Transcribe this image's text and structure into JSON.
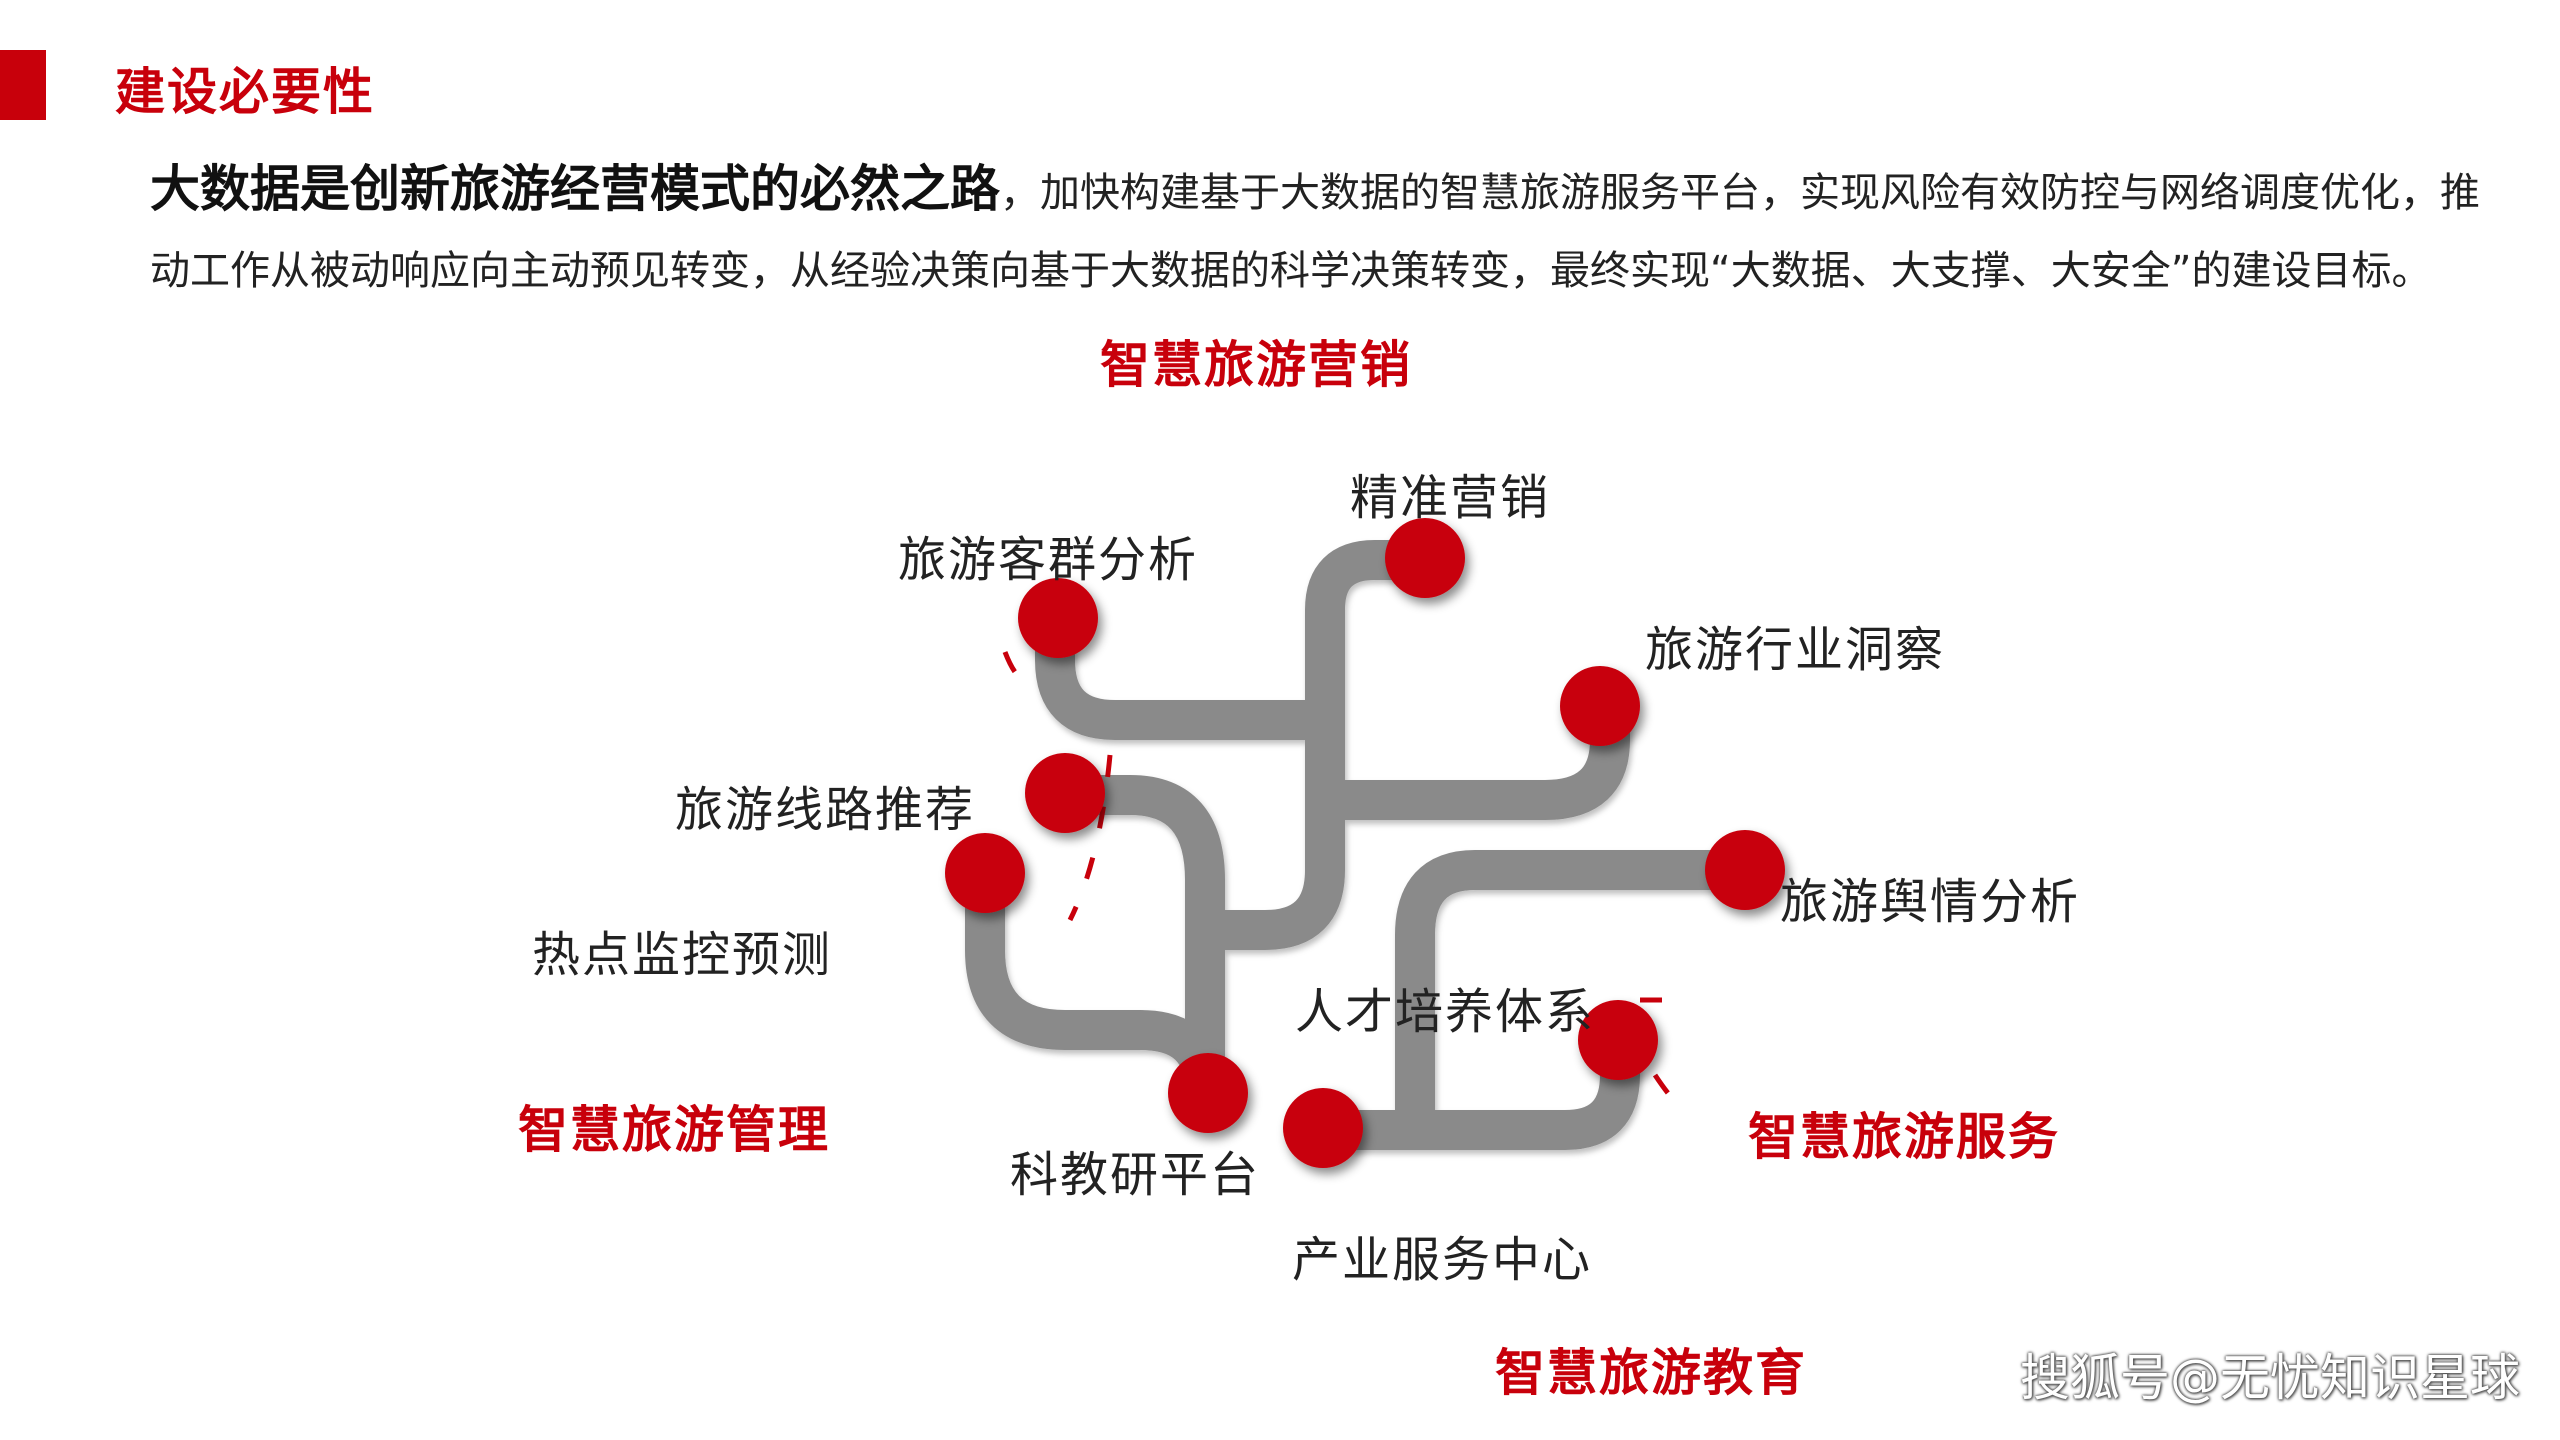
{
  "page": {
    "title": "建设必要性",
    "intro_lead": "大数据是创新旅游经营模式的必然之路",
    "intro_body": "，加快构建基于大数据的智慧旅游服务平台，实现风险有效防控与网络调度优化，推动工作从被动响应向主动预见转变，从经验决策向基于大数据的科学决策转变，最终实现“大数据、大支撑、大安全”的建设目标。"
  },
  "diagram": {
    "categories": {
      "marketing": "智慧旅游营销",
      "management": "智慧旅游管理",
      "service": "智慧旅游服务",
      "education": "智慧旅游教育"
    },
    "nodes": {
      "precise_marketing": "精准营销",
      "tourist_group_analysis": "旅游客群分析",
      "industry_insight": "旅游行业洞察",
      "route_recommendation": "旅游线路推荐",
      "public_opinion_analysis": "旅游舆情分析",
      "hotspot_monitoring": "热点监控预测",
      "talent_training": "人才培养体系",
      "research_platform": "科教研平台",
      "industry_service_center": "产业服务中心"
    },
    "colors": {
      "accent": "#c8000b",
      "node": "#c8000b",
      "pipe": "#8a8a8a"
    }
  },
  "watermark": "搜狐号@无忧知识星球"
}
